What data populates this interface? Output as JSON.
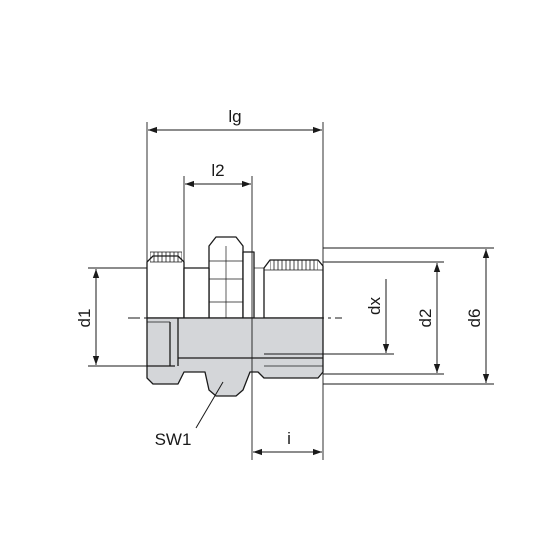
{
  "diagram": {
    "labels": {
      "lg": "lg",
      "l2": "l2",
      "d1": "d1",
      "dx": "dx",
      "d2": "d2",
      "d6": "d6",
      "sw1": "SW1",
      "i": "i"
    },
    "colors": {
      "line": "#1a1a1a",
      "section_fill": "#d4d6d9",
      "background": "#ffffff"
    }
  }
}
